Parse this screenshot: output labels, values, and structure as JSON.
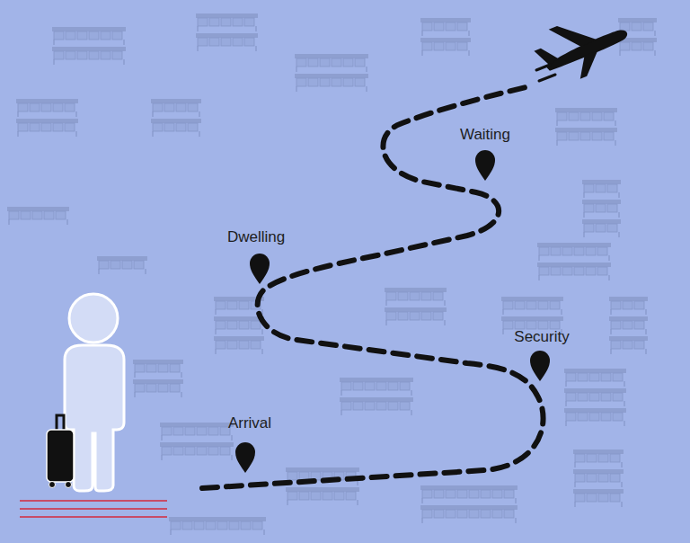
{
  "diagram": {
    "labels": [
      "Arrival",
      "Security",
      "Dwelling",
      "Waiting"
    ]
  }
}
